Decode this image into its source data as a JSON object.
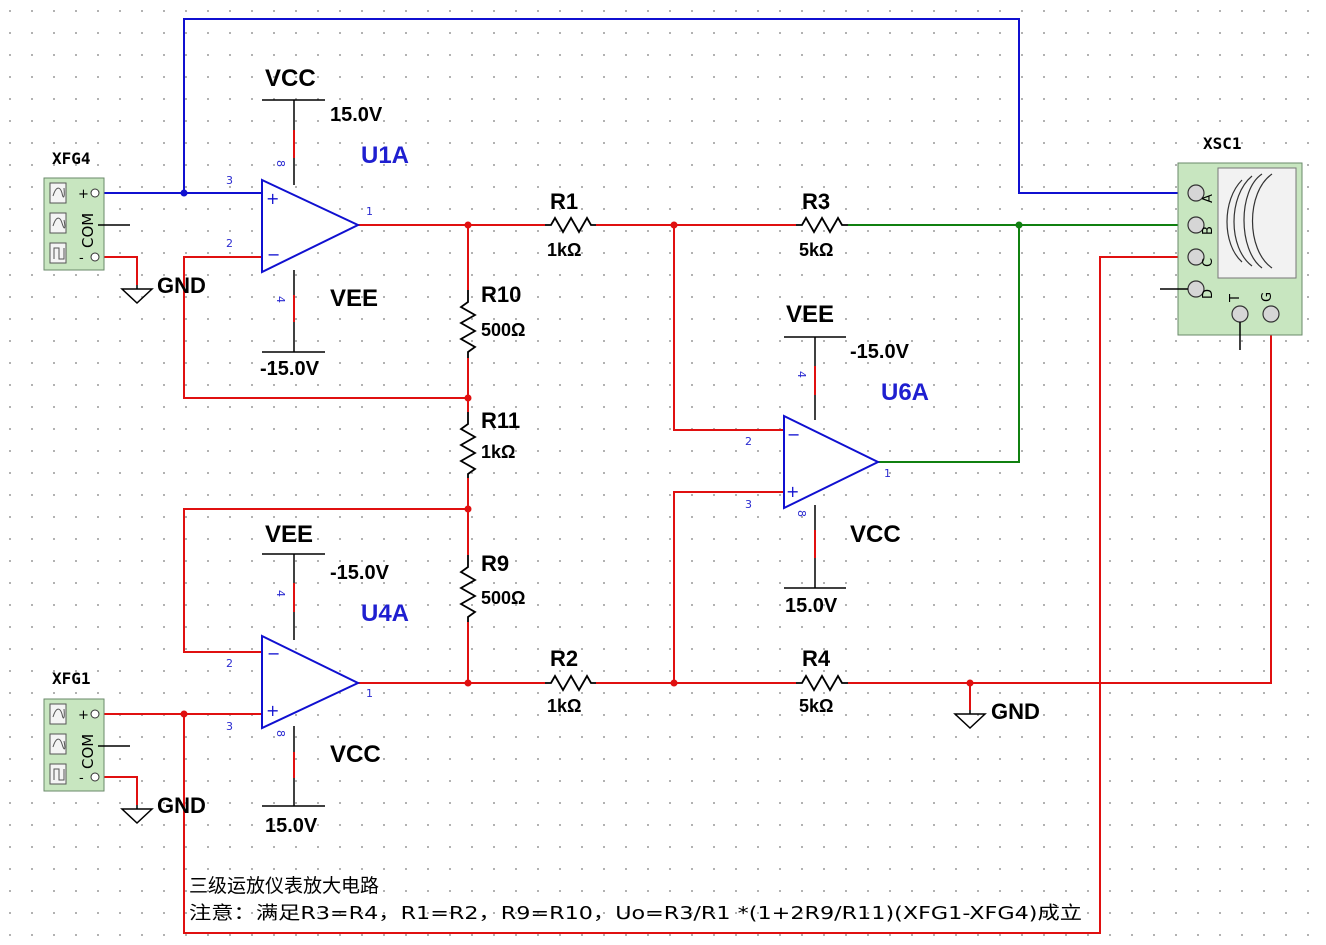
{
  "components": {
    "u1a": {
      "ref": "U1A",
      "supply_top": "VCC",
      "supply_top_value": "15.0V",
      "supply_bottom": "VEE",
      "supply_bottom_value": "-15.0V",
      "pins": {
        "noninv": "3",
        "inv": "2",
        "out": "1",
        "vplus": "8",
        "vminus": "4"
      }
    },
    "u4a": {
      "ref": "U4A",
      "supply_top": "VEE",
      "supply_top_value": "-15.0V",
      "supply_bottom": "VCC",
      "supply_bottom_value": "15.0V",
      "pins": {
        "inv": "2",
        "noninv": "3",
        "out": "1",
        "vminus": "4",
        "vplus": "8"
      }
    },
    "u6a": {
      "ref": "U6A",
      "supply_top": "VEE",
      "supply_top_value": "-15.0V",
      "supply_bottom": "VCC",
      "supply_bottom_value": "15.0V",
      "pins": {
        "inv": "2",
        "noninv": "3",
        "out": "1",
        "vminus": "4",
        "vplus": "8"
      }
    },
    "r1": {
      "ref": "R1",
      "value": "1kΩ"
    },
    "r2": {
      "ref": "R2",
      "value": "1kΩ"
    },
    "r3": {
      "ref": "R3",
      "value": "5kΩ"
    },
    "r4": {
      "ref": "R4",
      "value": "5kΩ"
    },
    "r9": {
      "ref": "R9",
      "value": "500Ω"
    },
    "r10": {
      "ref": "R10",
      "value": "500Ω"
    },
    "r11": {
      "ref": "R11",
      "value": "1kΩ"
    },
    "xfg4": {
      "ref": "XFG4",
      "com": "COM",
      "plus": "+",
      "minus": "-"
    },
    "xfg1": {
      "ref": "XFG1",
      "com": "COM",
      "plus": "+",
      "minus": "-"
    },
    "xsc1": {
      "ref": "XSC1",
      "channels": [
        "A",
        "B",
        "C",
        "D"
      ],
      "trigger": "T",
      "ground": "G"
    }
  },
  "ground_labels": {
    "g1": "GND",
    "g2": "GND",
    "g3": "GND"
  },
  "notes": {
    "line1": "三级运放仪表放大电路",
    "line2": "注意：满足R3=R4，R1=R2，R9=R10，Uo=R3/R1 *(1+2R9/R11)(XFG1-XFG4)成立"
  },
  "colors": {
    "wire_red": "#e01010",
    "wire_blue": "#1010d0",
    "wire_green": "#108010",
    "instrument_fill": "#c8e6c0",
    "refdes": "#1f1fd0"
  }
}
